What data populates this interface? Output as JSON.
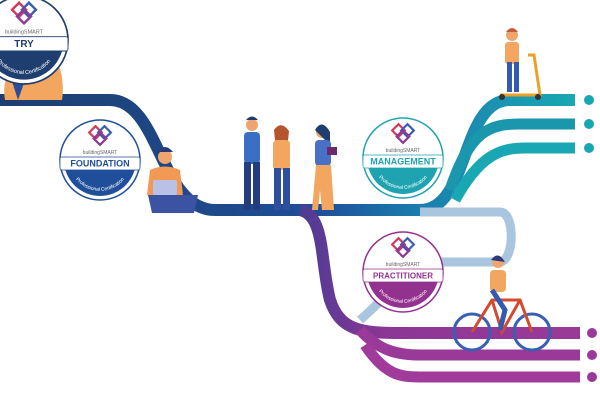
{
  "badges": [
    {
      "id": "entry",
      "label": "TRY",
      "brand": "buildingSMART",
      "subtitle": "Professional Certification",
      "color": "#1d3e6e"
    },
    {
      "id": "foundation",
      "label": "FOUNDATION",
      "brand": "buildingSMART",
      "subtitle": "Professional Certification",
      "color": "#1f4f9a"
    },
    {
      "id": "management",
      "label": "MANAGEMENT",
      "brand": "buildingSMART",
      "subtitle": "Professional Certification",
      "color": "#1fa3b0"
    },
    {
      "id": "practitioner",
      "label": "PRACTITIONER",
      "brand": "buildingSMART",
      "subtitle": "Professional Certification",
      "color": "#93318f"
    }
  ],
  "colors": {
    "path_dark": "#1d3e6e",
    "path_teal": "#1a97ad",
    "path_light": "#aac6df",
    "path_purple": "#9a3a98",
    "skin": "#f1a56e"
  }
}
